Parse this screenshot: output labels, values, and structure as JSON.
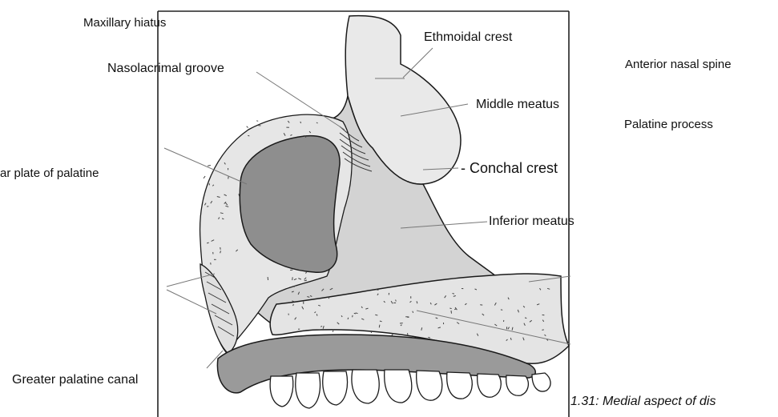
{
  "labels": {
    "maxillary_hiatus": "Maxillary hiatus",
    "nasolacrimal_groove": "Nasolacrimal groove",
    "ethmoidal_crest": "Ethmoidal crest",
    "middle_meatus": "Middle meatus",
    "conchal_crest": "- Conchal crest",
    "inferior_meatus": "Inferior meatus",
    "perpendicular_plate": "ar plate of palatine",
    "greater_palatine_canal": "Greater palatine canal",
    "anterior_nasal_spine": "Anterior nasal spine",
    "palatine_process": "Palatine process"
  },
  "caption": "1.31: Medial aspect of dis",
  "colors": {
    "bone_light": "#e4e4e4",
    "bone_mid": "#d3d3d3",
    "sinus_opening": "#8e8e8e",
    "palatine_dark": "#9a9a9a",
    "outline": "#1a1a1a",
    "leader": "#777777"
  }
}
